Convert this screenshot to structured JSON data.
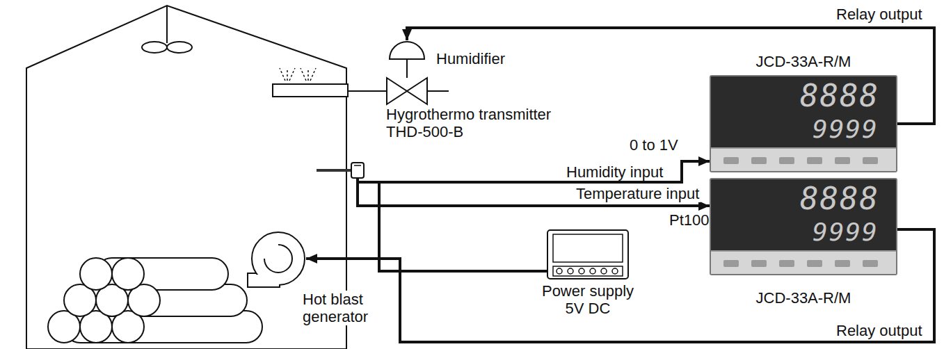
{
  "diagram": {
    "nodes": [
      {
        "text": [
          "Humidifier"
        ]
      },
      {
        "text": [
          "Hygrothermo transmitter THD-500-B"
        ]
      },
      {
        "text": [
          "Power supply 5V DC"
        ]
      },
      {
        "text": [
          "JCD-33A-R/M"
        ]
      },
      {
        "text": [
          "JCD-33A-R/M"
        ]
      },
      {
        "text": [
          "Hot blast generator"
        ]
      }
    ],
    "edges": [
      {
        "from": 3,
        "to": 0,
        "arrow": "to",
        "label": "Relay output"
      },
      {
        "from": 1,
        "to": 3,
        "arrow": "to",
        "label": "Humidity input"
      },
      {
        "from": 1,
        "to": 4,
        "arrow": "to",
        "label": "Temperature input"
      },
      {
        "from": 2,
        "to": 1,
        "arrow": "none"
      },
      {
        "from": 4,
        "to": 5,
        "arrow": "to",
        "label": "Relay output"
      }
    ],
    "labels": [
      "0 to 1V",
      "Pt100",
      "8888",
      "9999",
      "8888",
      "9999"
    ]
  }
}
